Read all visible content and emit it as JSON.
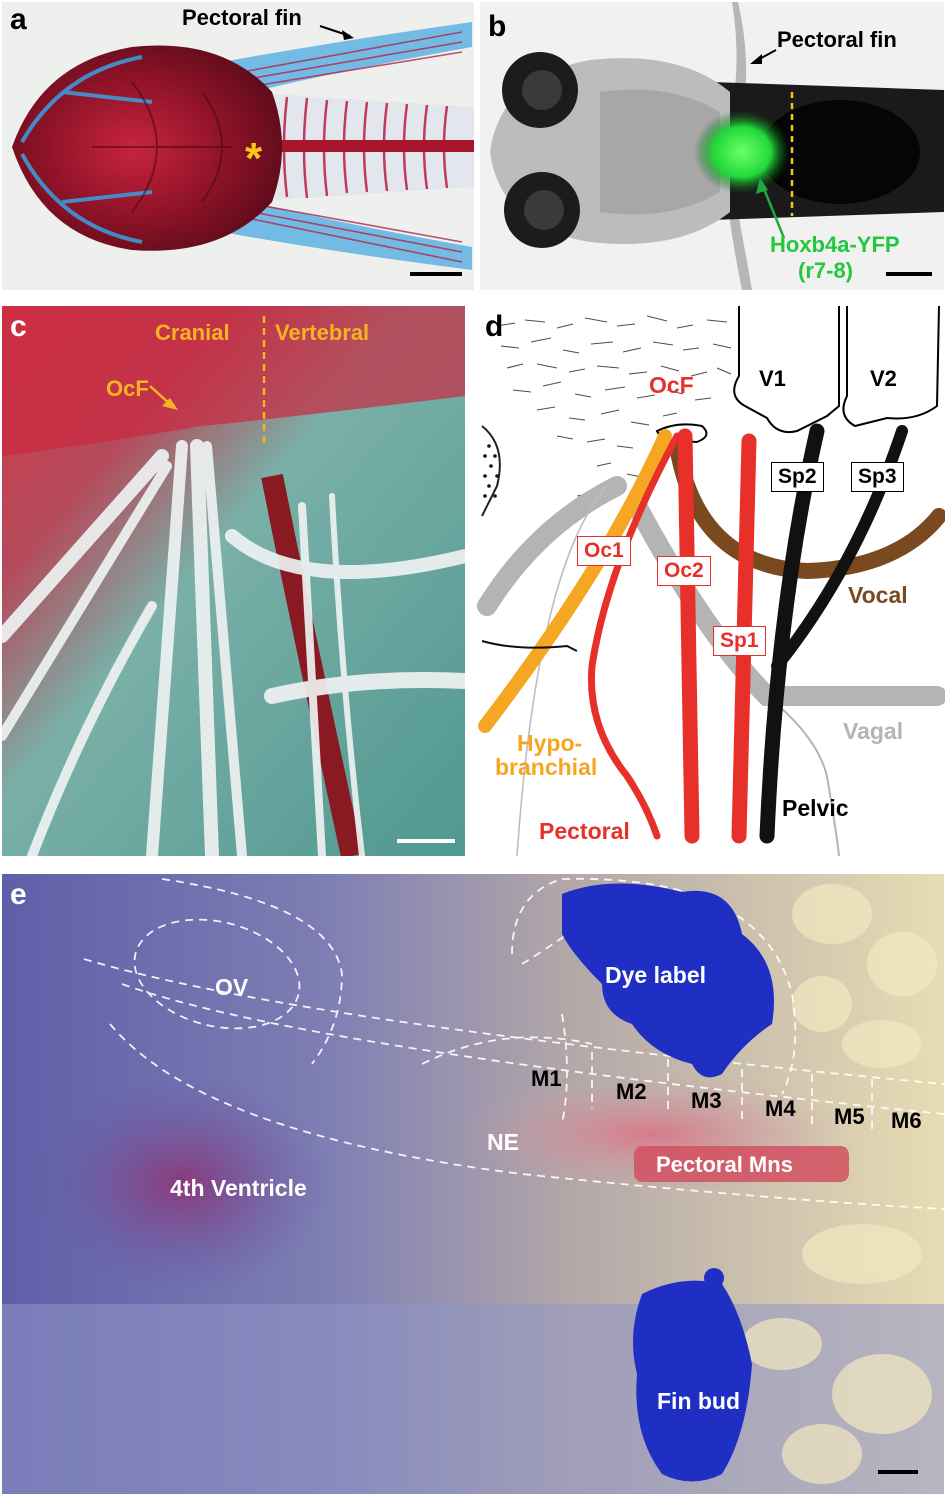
{
  "panels": {
    "a": {
      "letter": "a",
      "pectoral_fin": "Pectoral fin",
      "asterisk": "*"
    },
    "b": {
      "letter": "b",
      "pectoral_fin": "Pectoral fin",
      "hoxb4a": "Hoxb4a-YFP",
      "r78": "(r7-8)"
    },
    "c": {
      "letter": "c",
      "cranial": "Cranial",
      "vertebral": "Vertebral",
      "ocf": "OcF"
    },
    "d": {
      "letter": "d",
      "ocf": "OcF",
      "v1": "V1",
      "v2": "V2",
      "sp2": "Sp2",
      "sp3": "Sp3",
      "oc1": "Oc1",
      "oc2": "Oc2",
      "sp1": "Sp1",
      "vocal": "Vocal",
      "vagal": "Vagal",
      "hypo": "Hypo-",
      "branchial": "branchial",
      "pectoral": "Pectoral",
      "pelvic": "Pelvic"
    },
    "e": {
      "letter": "e",
      "ov": "OV",
      "dye_label": "Dye label",
      "m1": "M1",
      "m2": "M2",
      "m3": "M3",
      "m4": "M4",
      "m5": "M5",
      "m6": "M6",
      "ne": "NE",
      "pectoral_mns": "Pectoral Mns",
      "fourth_ventricle": "4th Ventricle",
      "fin_bud": "Fin bud"
    }
  },
  "colors": {
    "orange_label": "#f5b323",
    "green_label": "#22c83c",
    "red_nerve": "#e8302a",
    "brown_nerve": "#7a4a1e",
    "grey_nerve": "#b4b4b4",
    "dye_blue": "#1f2fc4"
  }
}
